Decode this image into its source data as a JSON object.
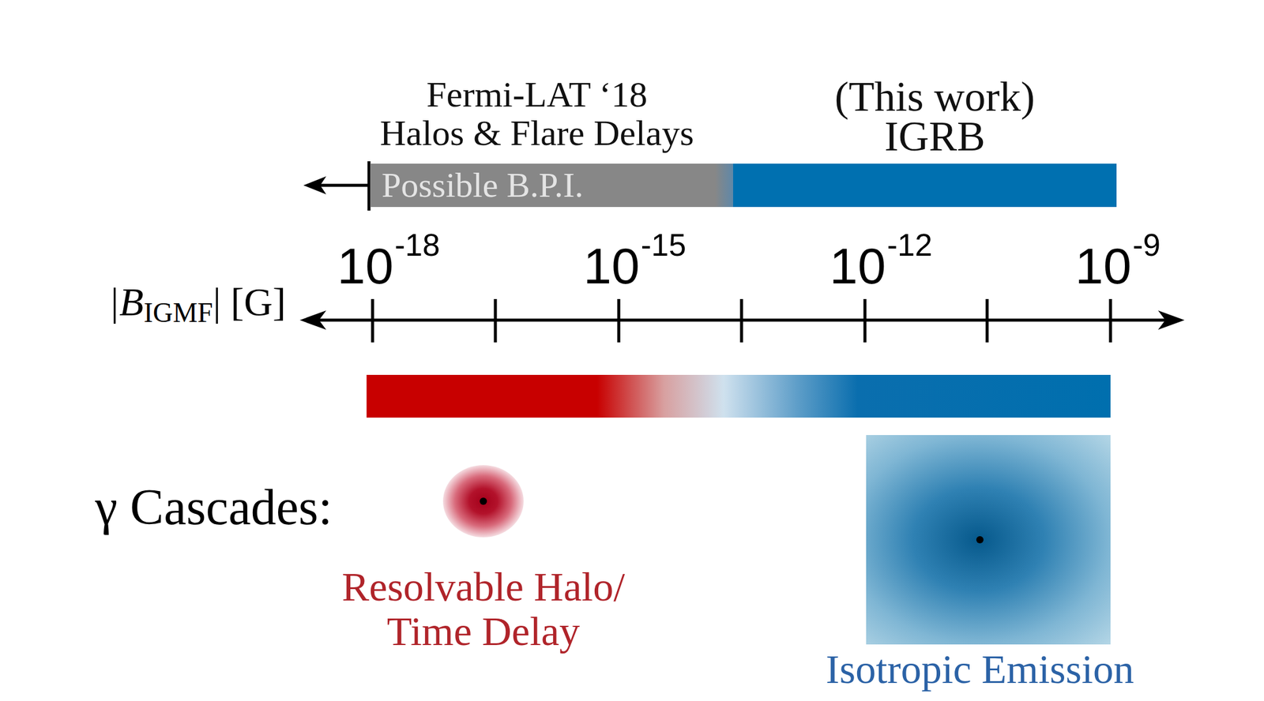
{
  "diagram": {
    "nodes": [
      {
        "text": [
          "Fermi-LAT ‘18",
          "Halos & Flare Delays",
          "Possible B.P.I."
        ]
      },
      {
        "text": [
          "(This work)",
          "IGRB"
        ]
      },
      {
        "text": [
          "Resolvable Halo/ Time Delay"
        ]
      },
      {
        "text": [
          "Isotropic Emission"
        ]
      }
    ],
    "labels": [
      "|B",
      "IGMF",
      "| [G]",
      "10",
      "-18",
      "10",
      "-15",
      "10",
      "-12",
      "10",
      "-9",
      "γ Cascades:"
    ]
  }
}
